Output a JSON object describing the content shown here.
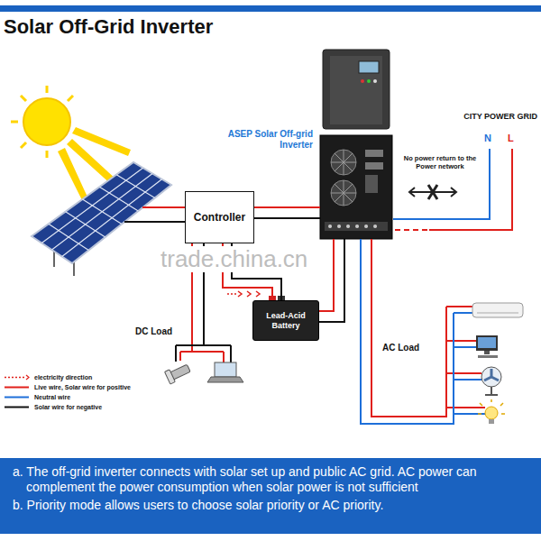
{
  "diagram": {
    "title": "Solar Off-Grid Inverter",
    "nodes": [
      {
        "text": [
          "ASEP Solar Off-grid Inverter"
        ]
      },
      {
        "text": [
          "Controller"
        ]
      },
      {
        "text": [
          "Lead-Acid Battery"
        ]
      },
      {
        "text": [
          "a. The off-grid inverter connects with solar set up and public AC grid. AC power can complement the power consumption when solar power is not sufficient",
          "b. Priority mode allows users to choose solar priority or AC priority."
        ]
      }
    ],
    "edges": [
      {
        "from": 1,
        "to": 0,
        "arrow": "none"
      },
      {
        "from": 1,
        "to": 2,
        "arrow": "none"
      },
      {
        "from": 2,
        "to": 0,
        "arrow": "none"
      }
    ],
    "labels": [
      "CITY POWER GRID",
      "N",
      "L",
      "No power return to the Power network",
      "trade.china.cn",
      "DC Load",
      "AC Load"
    ],
    "legend": [
      {
        "text": "electricity direction"
      },
      {
        "text": "Live wire, Solar wire for positive"
      },
      {
        "text": "Neutral wire"
      },
      {
        "text": "Solar wire for negative"
      }
    ]
  }
}
